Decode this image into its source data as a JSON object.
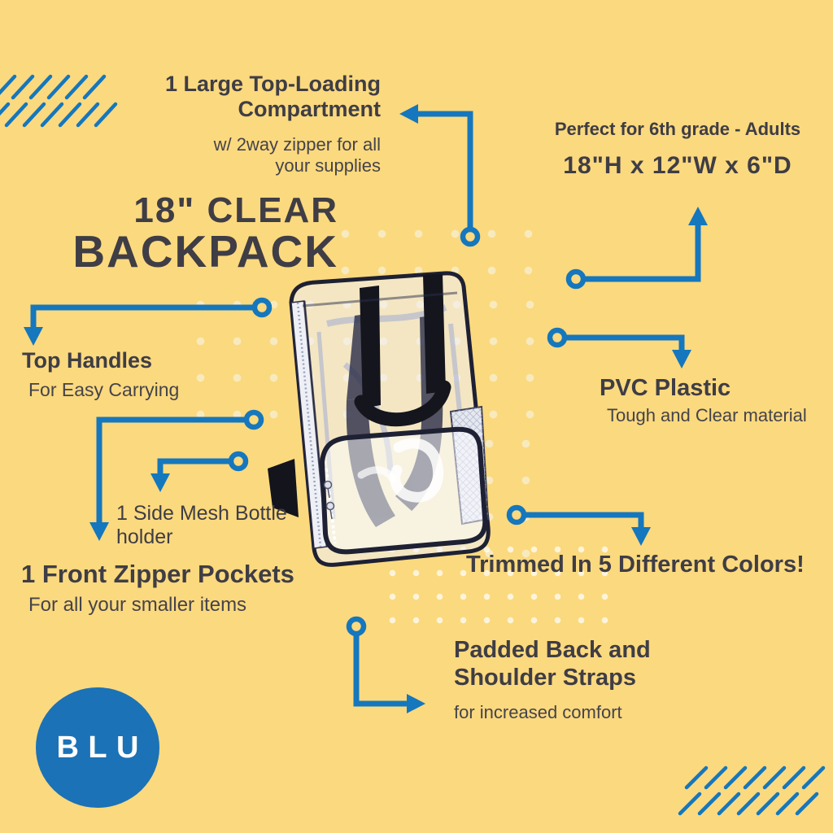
{
  "colors": {
    "background": "#fbd97e",
    "accent_blue": "#1577bd",
    "logo_blue": "#1b72b7",
    "text_dark": "#3f3d45",
    "dot_cream": "#f8eabf"
  },
  "title": {
    "line1": "18\" CLEAR",
    "line2": "BACKPACK"
  },
  "specs": {
    "audience": "Perfect for 6th grade - Adults",
    "dimensions": "18\"H x 12\"W x 6\"D"
  },
  "features": {
    "top_loading": {
      "heading": "1 Large Top-Loading Compartment",
      "detail": "w/ 2way zipper for all your supplies"
    },
    "top_handles": {
      "heading": "Top Handles",
      "detail": "For Easy Carrying"
    },
    "side_mesh": {
      "heading": "1 Side Mesh Bottle holder"
    },
    "front_zipper": {
      "heading": "1 Front Zipper Pockets",
      "detail": "For all your smaller items"
    },
    "pvc": {
      "heading": "PVC Plastic",
      "detail": "Tough and Clear material"
    },
    "trim_colors": {
      "heading": "Trimmed In 5 Different Colors!"
    },
    "padded": {
      "heading": "Padded Back and Shoulder Straps",
      "detail": "for increased comfort"
    }
  },
  "logo": {
    "text": "BLU"
  }
}
